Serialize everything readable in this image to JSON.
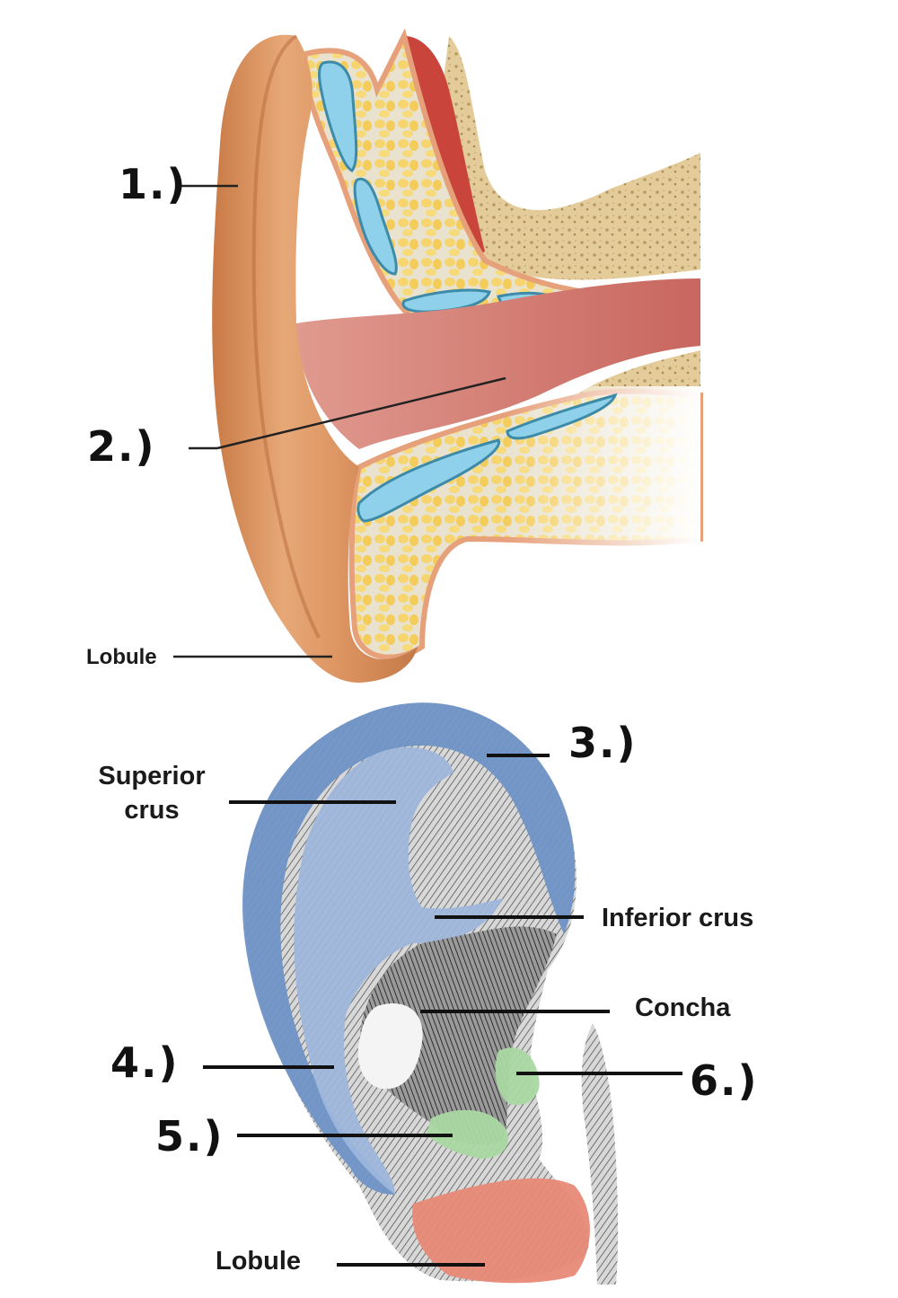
{
  "top_figure": {
    "labels": {
      "one": "1.)",
      "two": "2.)",
      "lobule": "Lobule"
    }
  },
  "bottom_figure": {
    "labels": {
      "three": "3.)",
      "superior_crus_line1": "Superior",
      "superior_crus_line2": "crus",
      "inferior_crus": "Inferior crus",
      "concha": "Concha",
      "four": "4.)",
      "five": "5.)",
      "six": "6.)",
      "lobule": "Lobule"
    },
    "colors": {
      "helix_blue": "#6f93c6",
      "antihelix_blue": "#9db6dc",
      "tragus_green": "#a9d8a1",
      "lobule_salmon": "#e88977"
    }
  },
  "colors": {
    "skin": "#e3a06f",
    "skin_dark": "#c77c4a",
    "canal_pink": "#d98c86",
    "cartilage_blue": "#8fd0ea",
    "fat_yellow": "#f5d77a",
    "bone": "#e0c796",
    "muscle_red": "#c9443a"
  }
}
